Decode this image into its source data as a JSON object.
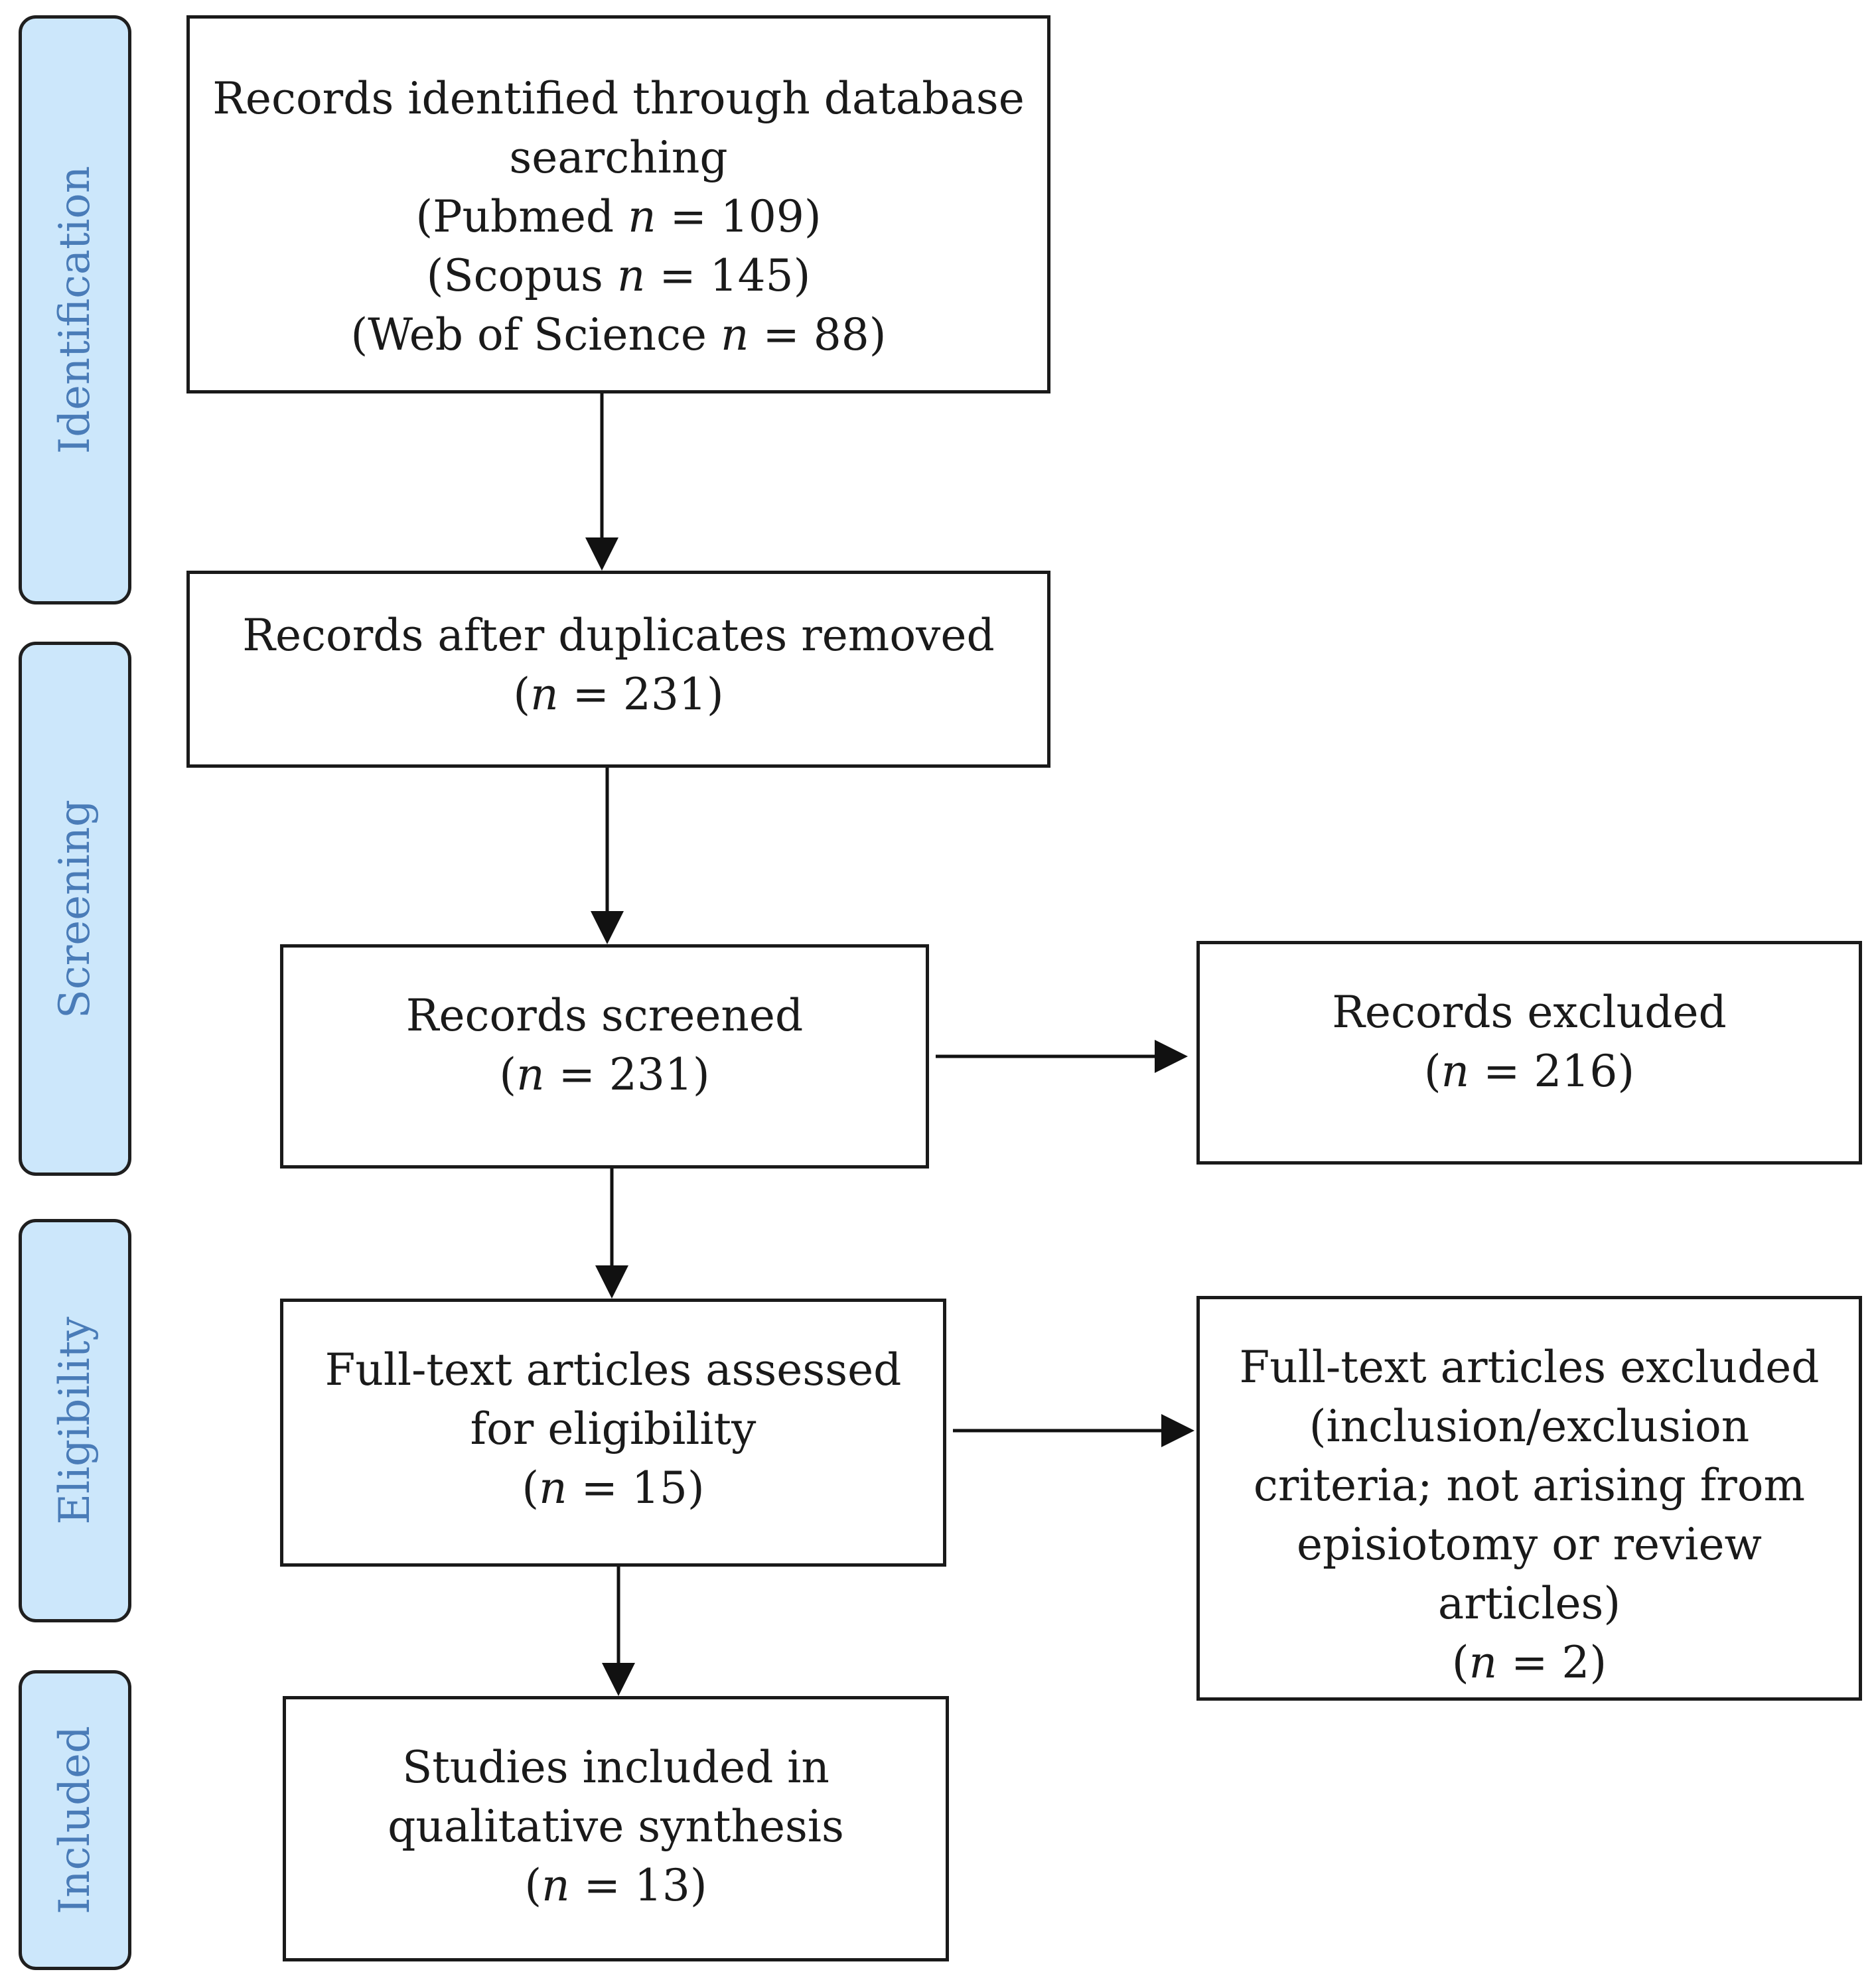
{
  "stages": {
    "identification": "Identification",
    "screening": "Screening",
    "eligibility": "Eligibility",
    "included": "Included"
  },
  "identified": {
    "line1": "Records identified through database",
    "line2": "searching",
    "pubmed_pre": "(Pubmed ",
    "pubmed_n": "n",
    "pubmed_post": " = 109)",
    "scopus_pre": "(Scopus ",
    "scopus_n": "n",
    "scopus_post": " = 145)",
    "wos_pre": "(Web of Science ",
    "wos_n": "n",
    "wos_post": " = 88)"
  },
  "duplicates": {
    "line1": "Records after duplicates removed",
    "count_pre": "(",
    "count_n": "n",
    "count_post": " = 231)"
  },
  "screened": {
    "line1": "Records screened",
    "count_pre": "(",
    "count_n": "n",
    "count_post": " = 231)"
  },
  "excluded": {
    "line1": "Records excluded",
    "count_pre": "(",
    "count_n": "n",
    "count_post": " = 216)"
  },
  "fulltext": {
    "line1": "Full-text articles assessed",
    "line2": "for eligibility",
    "count_pre": "(",
    "count_n": "n",
    "count_post": " = 15)"
  },
  "fulltext_excluded": {
    "line1": "Full-text articles excluded",
    "line2": "(inclusion/exclusion",
    "line3": "criteria; not arising from",
    "line4": "episiotomy or review",
    "line5": "articles)",
    "count_pre": "(",
    "count_n": "n",
    "count_post": " = 2)"
  },
  "included_box": {
    "line1": "Studies included in",
    "line2": "qualitative synthesis",
    "count_pre": "(",
    "count_n": "n",
    "count_post": " = 13)"
  }
}
